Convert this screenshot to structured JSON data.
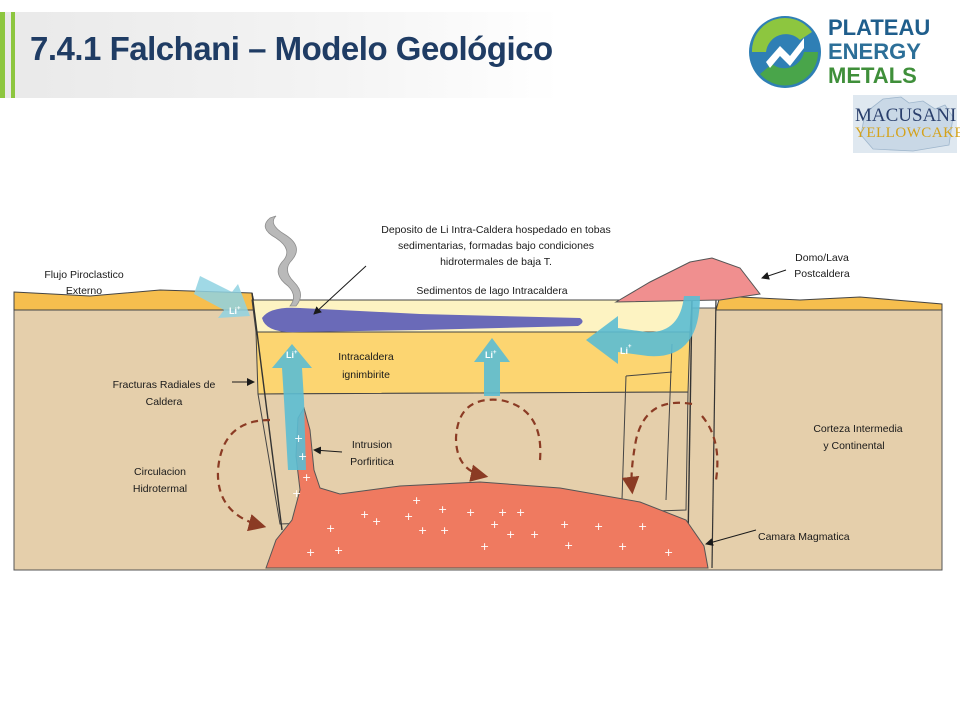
{
  "slide": {
    "title": "7.4.1 Falchani – Modelo Geológico"
  },
  "logos": {
    "plateau": {
      "line1": "PLATEAU",
      "line2": "ENERGY",
      "line3": "METALS"
    },
    "macusani": {
      "line1": "MACUSANI",
      "line2": "YELLOWCAKE"
    }
  },
  "diagram": {
    "labels": {
      "deposito_1": "Deposito de Li  Intra-Caldera hospedado en tobas",
      "deposito_2": "sedimentarias, formadas bajo condiciones",
      "deposito_3": "hidrotermales de baja T.",
      "sedimentos": "Sedimentos de lago Intracaldera",
      "flujo_1": "Flujo Piroclastico",
      "flujo_2": "Externo",
      "domo_1": "Domo/Lava",
      "domo_2": "Postcaldera",
      "intracaldera_1": "Intracaldera",
      "intracaldera_2": "ignimbirite",
      "fracturas_1": "Fracturas Radiales de",
      "fracturas_2": "Caldera",
      "intrusion_1": "Intrusion",
      "intrusion_2": "Porfiritica",
      "circulacion_1": "Circulacion",
      "circulacion_2": "Hidrotermal",
      "corteza_1": "Corteza Intermedia",
      "corteza_2": "y Continental",
      "camara": "Camara Magmatica"
    },
    "li_markers": [
      "Li",
      "Li",
      "Li",
      "Li"
    ],
    "li_superscript": "+",
    "colors": {
      "crust": "#e5cfab",
      "ignimbrite": "#fcd571",
      "lake": "#fdf3c2",
      "surface": "#f6be4e",
      "magma": "#ef7a60",
      "deposit": "#6a6ab8",
      "fluid_arrow": "#5bbdd3",
      "circulation": "#8b3b24",
      "dome": "#f08f8f"
    }
  }
}
